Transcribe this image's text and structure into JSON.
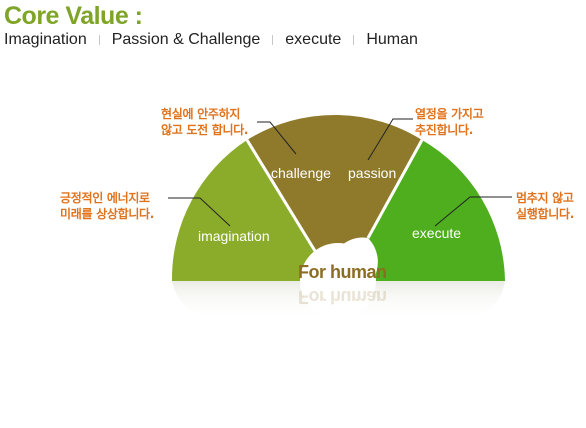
{
  "header": {
    "title": "Core Value :",
    "tabs": [
      "Imagination",
      "Passion & Challenge",
      "execute",
      "Human"
    ]
  },
  "diagram": {
    "center_label": "For human",
    "segments": [
      {
        "label": "imagination",
        "color": "#8aac2a"
      },
      {
        "label": "challenge",
        "color": "#8f7a2c"
      },
      {
        "label": "passion",
        "color": "#8f7a2c"
      },
      {
        "label": "execute",
        "color": "#4eae1e"
      }
    ],
    "notes": [
      {
        "line1": "긍정적인 에너지로",
        "line2": "미래를 상상합니다."
      },
      {
        "line1": "현실에 안주하지",
        "line2": "않고 도전 합니다."
      },
      {
        "line1": "열정을 가지고",
        "line2": "추진합니다."
      },
      {
        "line1": "멈추지 않고",
        "line2": "실행합니다."
      }
    ]
  }
}
